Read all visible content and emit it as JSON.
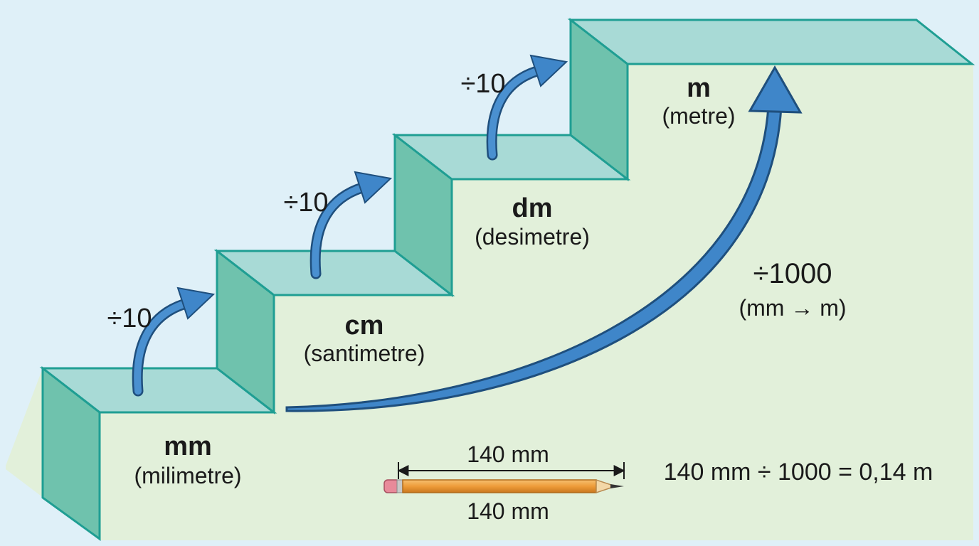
{
  "units": [
    {
      "abbr": "mm",
      "name": "(milimetre)"
    },
    {
      "abbr": "cm",
      "name": "(santimetre)"
    },
    {
      "abbr": "dm",
      "name": "(desimetre)"
    },
    {
      "abbr": "m",
      "name": "(metre)"
    }
  ],
  "step_label": "÷10",
  "big_step": {
    "label": "÷1000",
    "sublabel": "(mm → m)"
  },
  "pencil": {
    "length_top": "140 mm",
    "length_bottom": "140 mm"
  },
  "equation": "140 mm ÷ 1000 = 0,14 m",
  "colors": {
    "sky": "#dff0f8",
    "ground": "#e2f0da",
    "step_top": "#a8dad6",
    "step_front": "#6fc2ad",
    "step_edge": "#1f9e93",
    "arrow": "#3f86c9",
    "arrow_dark": "#1f4f7d",
    "pencil_body": "#f0a040"
  }
}
